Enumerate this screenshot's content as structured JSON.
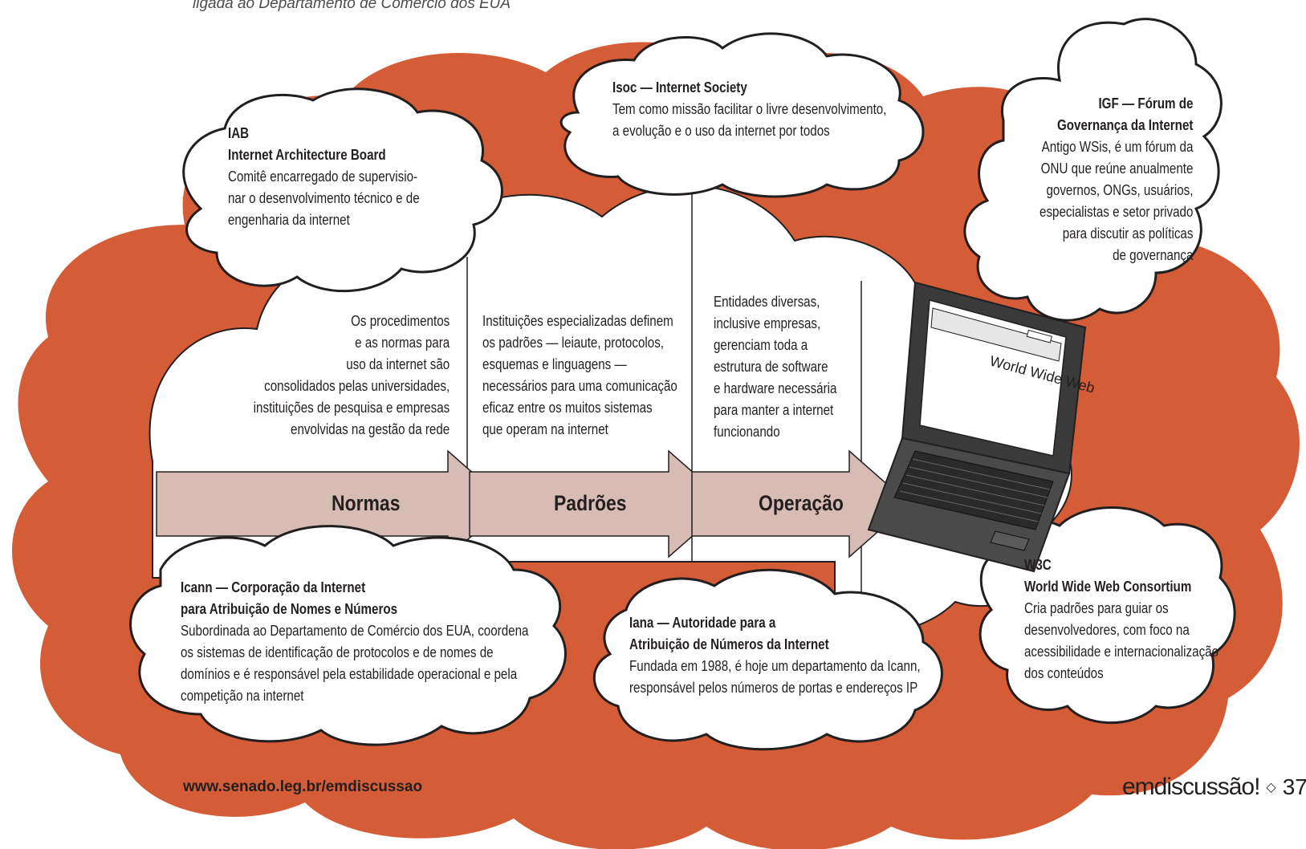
{
  "caption": "ligada ao Departamento de Comércio dos EUA",
  "stages": [
    "Normas",
    "Padrões",
    "Operação"
  ],
  "columns": {
    "normas": [
      "Os procedimentos",
      "e as normas para",
      "uso da internet são",
      "consolidados pelas universidades,",
      "instituições de pesquisa e empresas",
      "envolvidas na gestão da rede"
    ],
    "padroes": [
      "Instituições especializadas definem",
      "os padrões — leiaute, protocolos,",
      "esquemas e linguagens —",
      "necessários para uma comunicação",
      "eficaz entre os muitos sistemas",
      "que operam na internet"
    ],
    "operacao": [
      "Entidades diversas,",
      "inclusive empresas,",
      "gerenciam toda a",
      "estrutura de software",
      "e hardware necessária",
      "para manter a internet",
      "funcionando"
    ]
  },
  "clouds": {
    "iab": {
      "title": [
        "IAB",
        "Internet Architecture Board"
      ],
      "body": [
        "Comitê encarregado de supervisio-",
        "nar o desenvolvimento técnico e de",
        "engenharia da internet"
      ]
    },
    "isoc": {
      "title": [
        "Isoc — Internet Society"
      ],
      "body": [
        "Tem como missão facilitar o livre desenvolvimento,",
        "a evolução e o uso da internet por todos"
      ]
    },
    "igf": {
      "title": [
        "IGF — Fórum de",
        "Governança da Internet"
      ],
      "body": [
        "Antigo WSis, é um fórum da",
        "ONU que reúne anualmente",
        "governos, ONGs, usuários,",
        "especialistas e setor privado",
        "para discutir as políticas",
        "de governança"
      ]
    },
    "icann": {
      "title": [
        "Icann — Corporação da Internet",
        "para Atribuição de Nomes e Números"
      ],
      "body": [
        "Subordinada ao Departamento de Comércio dos EUA, coordena",
        "os sistemas de identificação de protocolos e de nomes de",
        "domínios e é responsável pela estabilidade operacional e pela",
        "competição na internet"
      ]
    },
    "iana": {
      "title": [
        "Iana — Autoridade para a",
        "Atribuição de Números da Internet"
      ],
      "body": [
        "Fundada em 1988, é hoje um departamento da Icann,",
        "responsável pelos números de portas e endereços IP"
      ]
    },
    "w3c": {
      "title": [
        "W3C",
        "World Wide Web Consortium"
      ],
      "body": [
        "Cria padrões para guiar os",
        "desenvolvedores, com foco na",
        "acessibilidade e internacionalização",
        "dos conteúdos"
      ]
    }
  },
  "laptop_screen_text": "World Wide Web",
  "footer": {
    "site": "www.senado.leg.br/emdiscussao",
    "magazine": "emdiscussão!",
    "separator": "◇",
    "page": "37"
  },
  "colors": {
    "orange": "#d45c36",
    "arrow": "#d6bcb4",
    "ink": "#231f20"
  }
}
